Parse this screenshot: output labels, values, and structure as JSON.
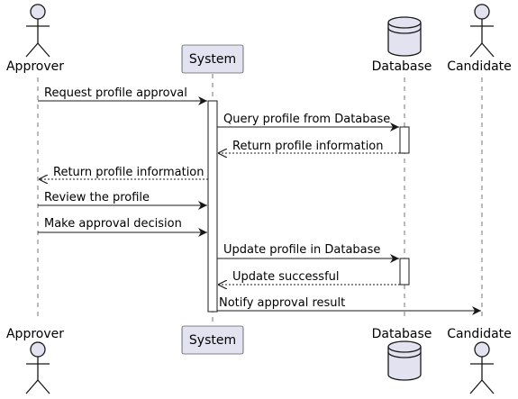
{
  "participants": {
    "approver": "Approver",
    "system": "System",
    "database": "Database",
    "candidate": "Candidate"
  },
  "messages": [
    {
      "text": "Request profile approval",
      "from": "approver",
      "to": "system",
      "style": "solid"
    },
    {
      "text": "Query profile from Database",
      "from": "system",
      "to": "database",
      "style": "solid"
    },
    {
      "text": "Return profile information",
      "from": "database",
      "to": "system",
      "style": "dashed"
    },
    {
      "text": "Return profile information",
      "from": "system",
      "to": "approver",
      "style": "dashed"
    },
    {
      "text": "Review the profile",
      "from": "approver",
      "to": "system",
      "style": "solid"
    },
    {
      "text": "Make approval decision",
      "from": "approver",
      "to": "system",
      "style": "solid"
    },
    {
      "text": "Update profile in Database",
      "from": "system",
      "to": "database",
      "style": "solid"
    },
    {
      "text": "Update successful",
      "from": "database",
      "to": "system",
      "style": "dashed"
    },
    {
      "text": "Notify approval result",
      "from": "system",
      "to": "candidate",
      "style": "solid"
    }
  ],
  "colors": {
    "participant_fill": "#e2e2f0",
    "participant_stroke": "#181818",
    "line": "#181818",
    "activation_fill": "#ffffff"
  }
}
